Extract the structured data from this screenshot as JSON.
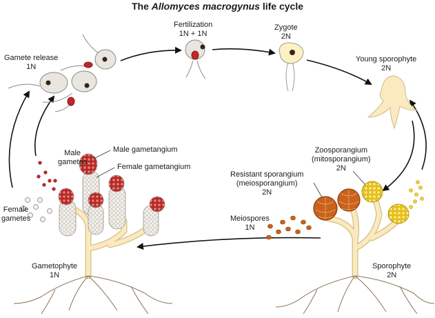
{
  "title": {
    "prefix": "The ",
    "species": "Allomyces macrogynus",
    "suffix": " life cycle"
  },
  "labels": {
    "gamete_release": {
      "line1": "Gamete release",
      "line2": "1N"
    },
    "fertilization": {
      "line1": "Fertilization",
      "line2": "1N + 1N"
    },
    "zygote": {
      "line1": "Zygote",
      "line2": "2N"
    },
    "young_sporophyte": {
      "line1": "Young sporophyte",
      "line2": "2N"
    },
    "male_gametes": {
      "line1": "Male",
      "line2": "gametes"
    },
    "male_gametangium": {
      "text": "Male gametangium"
    },
    "female_gametangium": {
      "text": "Female gametangium"
    },
    "female_gametes": {
      "line1": "Female",
      "line2": "gametes"
    },
    "zoosporangium": {
      "line1": "Zoosporangium",
      "line2": "(mitosporangium)",
      "line3": "2N"
    },
    "resistant_sporangium": {
      "line1": "Resistant sporangium",
      "line2": "(meiosporangium)",
      "line3": "2N"
    },
    "meiospores": {
      "line1": "Meiospores",
      "line2": "1N"
    },
    "gametophyte": {
      "line1": "Gametophyte",
      "line2": "1N"
    },
    "sporophyte": {
      "line1": "Sporophyte",
      "line2": "2N"
    }
  },
  "colors": {
    "male_gamete": "#c0262b",
    "female_gamete": "#e9e6df",
    "zygote": "#fdf1c4",
    "hyphae": "#fbeac0",
    "resistant_sporangium": "#c9621c",
    "zoosporangium": "#f2d437",
    "arrow": "#111111"
  }
}
